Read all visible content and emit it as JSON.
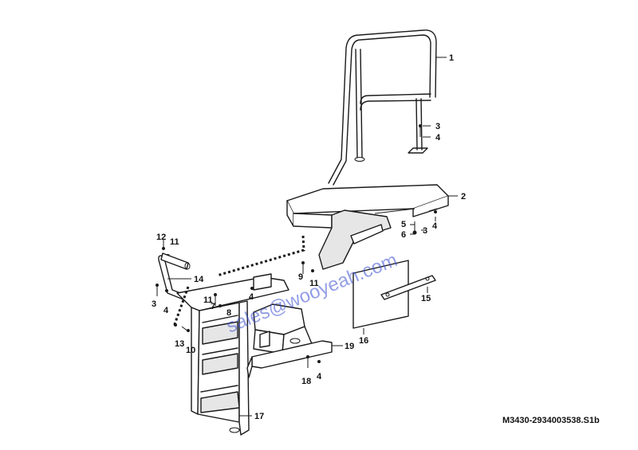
{
  "diagram": {
    "part_number": "M3430-2934003538.S1b",
    "watermark": "sales@wooyeah.com",
    "callouts": [
      {
        "id": "c1",
        "label": "1"
      },
      {
        "id": "c2",
        "label": "2"
      },
      {
        "id": "c3a",
        "label": "3"
      },
      {
        "id": "c4a",
        "label": "4"
      },
      {
        "id": "c5",
        "label": "5"
      },
      {
        "id": "c3b",
        "label": "3"
      },
      {
        "id": "c4b",
        "label": "4"
      },
      {
        "id": "c6",
        "label": "6"
      },
      {
        "id": "c12",
        "label": "12"
      },
      {
        "id": "c11a",
        "label": "11"
      },
      {
        "id": "c14",
        "label": "14"
      },
      {
        "id": "c3c",
        "label": "3"
      },
      {
        "id": "c4c",
        "label": "4"
      },
      {
        "id": "c11b",
        "label": "11"
      },
      {
        "id": "c7",
        "label": "7"
      },
      {
        "id": "c8",
        "label": "8"
      },
      {
        "id": "c4d",
        "label": "4"
      },
      {
        "id": "c9",
        "label": "9"
      },
      {
        "id": "c11c",
        "label": "11"
      },
      {
        "id": "c15",
        "label": "15"
      },
      {
        "id": "c16",
        "label": "16"
      },
      {
        "id": "c13",
        "label": "13"
      },
      {
        "id": "c10",
        "label": "10"
      },
      {
        "id": "c19",
        "label": "19"
      },
      {
        "id": "c18",
        "label": "18"
      },
      {
        "id": "c4e",
        "label": "4"
      },
      {
        "id": "c17",
        "label": "17"
      }
    ]
  }
}
